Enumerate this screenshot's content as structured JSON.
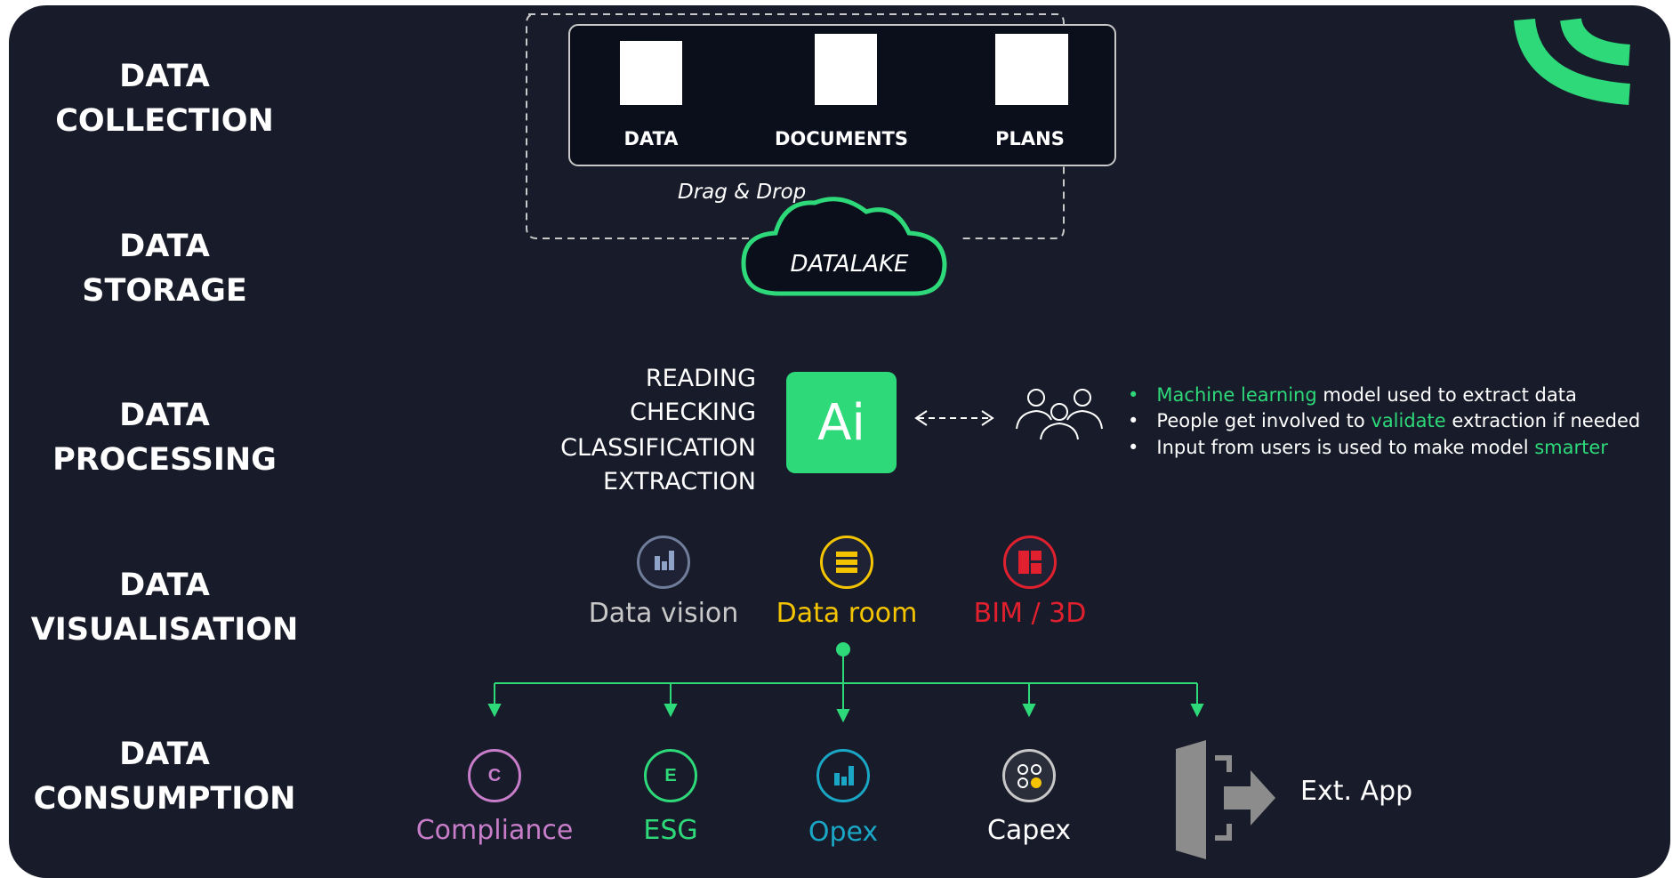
{
  "stages": [
    {
      "line1": "DATA",
      "line2": "COLLECTION"
    },
    {
      "line1": "DATA",
      "line2": "STORAGE"
    },
    {
      "line1": "DATA",
      "line2": "PROCESSING"
    },
    {
      "line1": "DATA",
      "line2": "VISUALISATION"
    },
    {
      "line1": "DATA",
      "line2": "CONSUMPTION"
    }
  ],
  "collection": {
    "tiles": [
      "DATA",
      "DOCUMENTS",
      "PLANS"
    ],
    "drag_drop": "Drag & Drop"
  },
  "storage": {
    "cloud_label": "DATALAKE"
  },
  "processing": {
    "steps": [
      "READING",
      "CHECKING",
      "CLASSIFICATION",
      "EXTRACTION"
    ],
    "ai_label": "Ai",
    "bullets": [
      {
        "hl": "Machine learning",
        "rest": " model used to extract data"
      },
      {
        "pre": "People get involved to ",
        "hl": "validate",
        "post": " extraction if needed"
      },
      {
        "pre": "Input from users is used to make model ",
        "hl": "smarter"
      }
    ]
  },
  "visualisation": [
    {
      "label": "Data vision",
      "color": "#c8c8c8",
      "icon": "bar-chart-icon"
    },
    {
      "label": "Data room",
      "color": "#f5c400",
      "icon": "stack-icon"
    },
    {
      "label": "BIM / 3D",
      "color": "#e0202e",
      "icon": "layout-icon"
    }
  ],
  "consumption": [
    {
      "label": "Compliance",
      "color": "#c77dc9",
      "icon_letter": "C"
    },
    {
      "label": "ESG",
      "color": "#2ed97a",
      "icon_letter": "E"
    },
    {
      "label": "Opex",
      "color": "#1aa7c6",
      "icon": "bar-chart-icon"
    },
    {
      "label": "Capex",
      "color": "#ffffff",
      "icon": "apps-icon"
    },
    {
      "label": "Ext. App",
      "color": "#ffffff",
      "icon": "export-icon"
    }
  ],
  "colors": {
    "background": "#181b29",
    "accent": "#2ed97a"
  }
}
